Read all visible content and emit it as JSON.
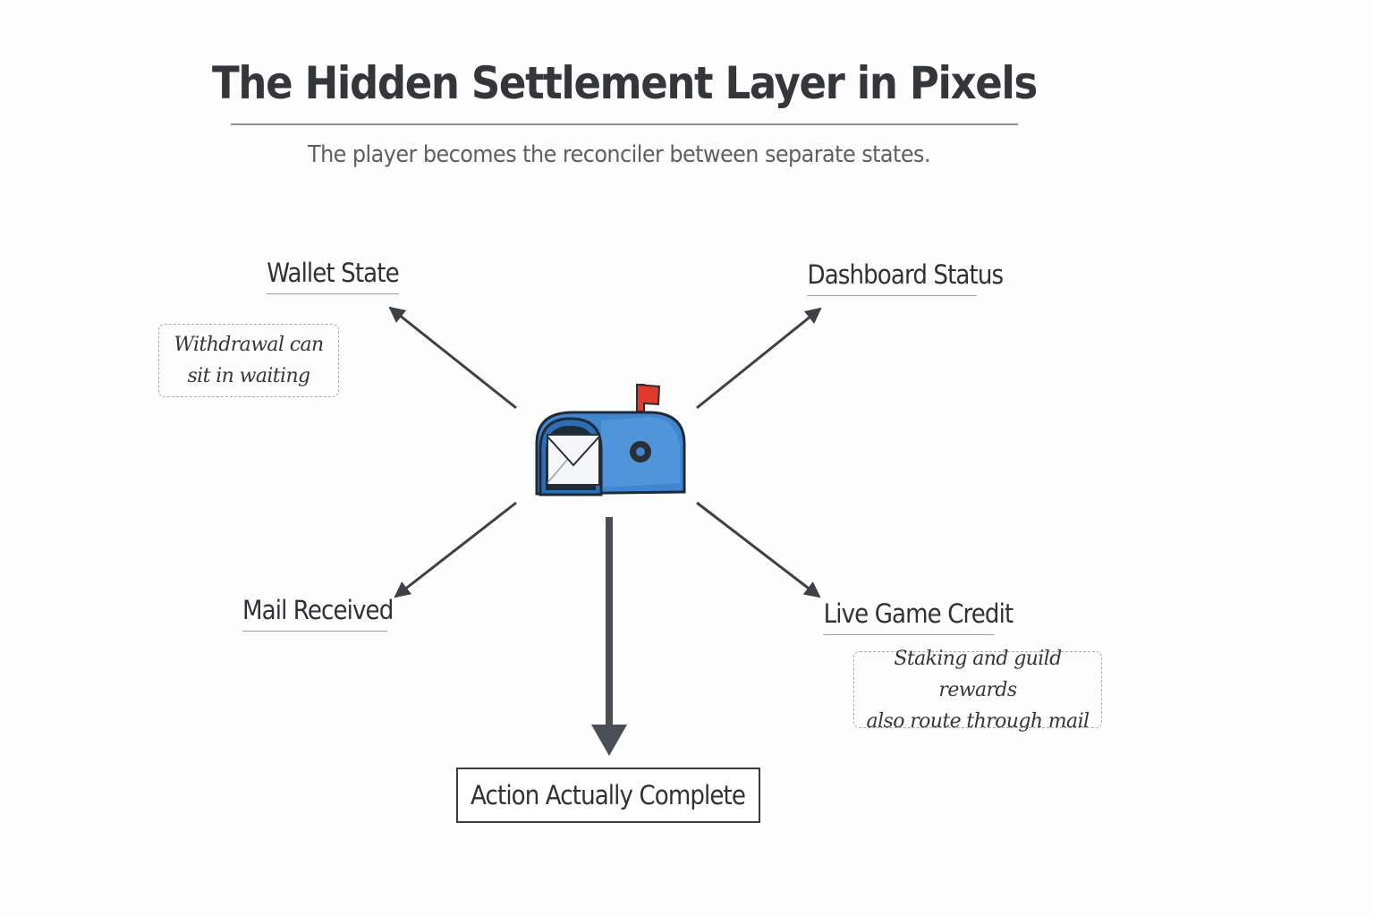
{
  "title": "The Hidden Settlement Layer in Pixels",
  "subtitle": "The player becomes the reconciler between separate  states.",
  "hub": {
    "icon": "mailbox-icon"
  },
  "nodes": {
    "wallet_state": "Wallet State",
    "dashboard_status": "Dashboard Status",
    "mail_received": "Mail Received",
    "live_game_credit": "Live Game Credit"
  },
  "notes": {
    "wallet": [
      "Withdrawal can",
      "sit in waiting"
    ],
    "credit": [
      "Staking and guild rewards",
      "also route through mail"
    ]
  },
  "final": "Action Actually Complete",
  "colors": {
    "text": "#2f3338",
    "arrow": "#3d4148",
    "mailbox_blue": "#3f86cf",
    "flag_red": "#e03a2f"
  }
}
